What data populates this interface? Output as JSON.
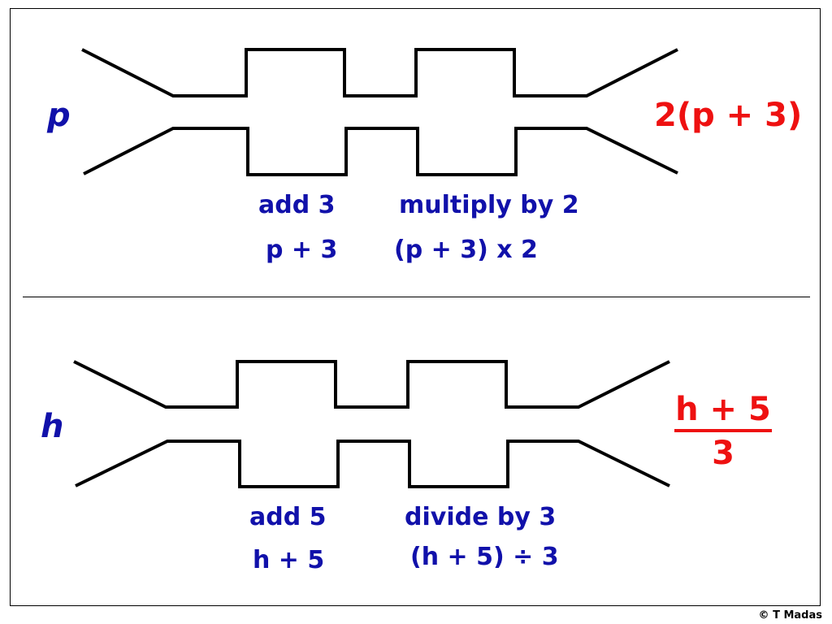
{
  "top": {
    "input": "p",
    "output": "2(p + 3)",
    "step1_label": "add 3",
    "step2_label": "multiply by 2",
    "step1_expr": "p + 3",
    "step2_expr": "(p + 3) x 2"
  },
  "bottom": {
    "input": "h",
    "output_numerator": "h + 5",
    "output_denominator": "3",
    "step1_label": "add 5",
    "step2_label": "divide by 3",
    "step1_expr": "h + 5",
    "step2_expr": "(h + 5) ÷ 3"
  },
  "copyright": "© T Madas",
  "colors": {
    "text": "#1111aa",
    "result": "#ee1111",
    "lines": "#000000"
  }
}
